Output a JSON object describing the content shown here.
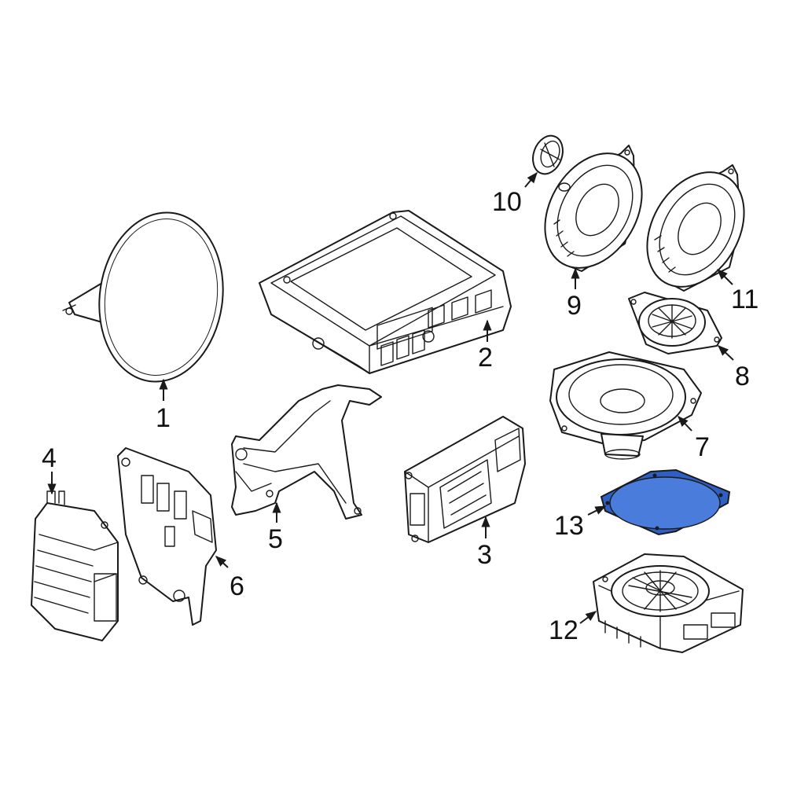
{
  "colors": {
    "line": "#1a1a1a",
    "highlight": "#2f5fc4",
    "highlight_light": "#4a7cdb",
    "background": "#ffffff"
  },
  "callouts": {
    "c1": "1",
    "c2": "2",
    "c3": "3",
    "c4": "4",
    "c5": "5",
    "c6": "6",
    "c7": "7",
    "c8": "8",
    "c9": "9",
    "c10": "10",
    "c11": "11",
    "c12": "12",
    "c13": "13"
  },
  "highlighted_part": "13"
}
